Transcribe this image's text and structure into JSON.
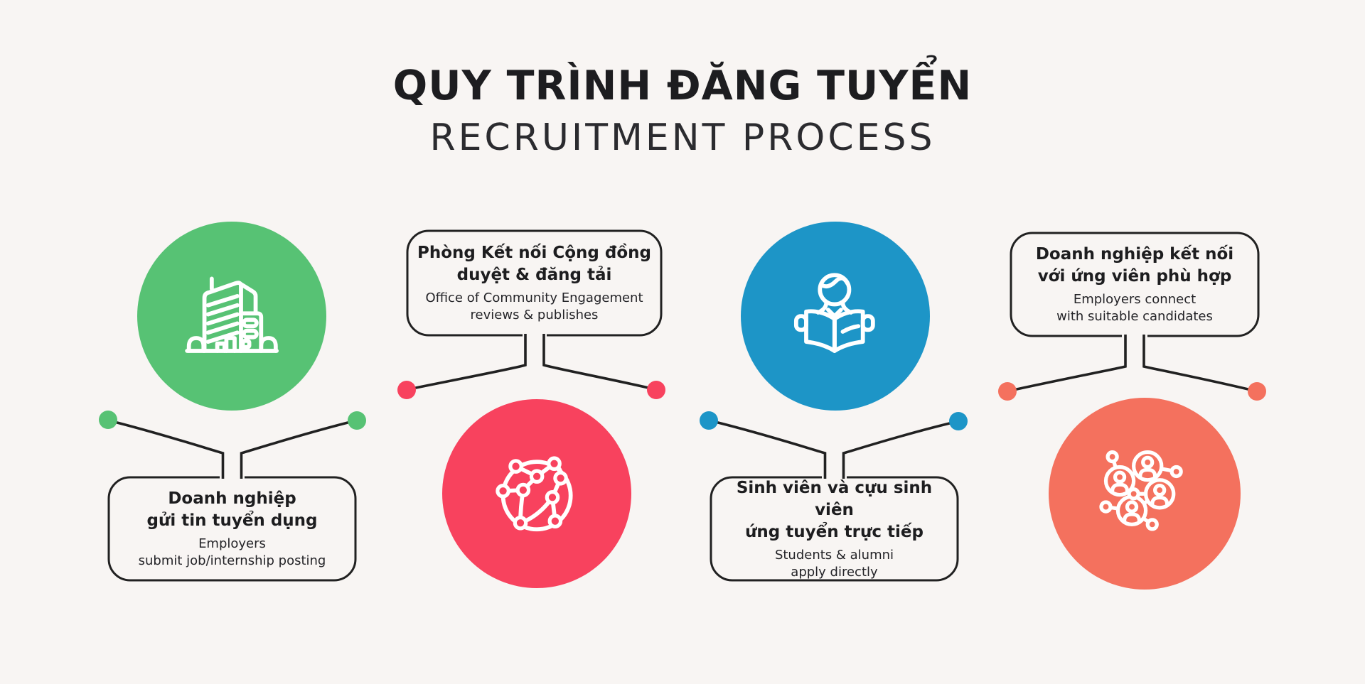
{
  "title": {
    "line1_vi": "QUY TRÌNH ĐĂNG TUYỂN",
    "line2_en": "RECRUITMENT PROCESS"
  },
  "colors": {
    "background": "#F8F5F3",
    "line": "#212121",
    "text": "#1D1D1F"
  },
  "steps": [
    {
      "id": 1,
      "icon": "office-building-icon",
      "color": "#57C274",
      "title_vi": [
        "Doanh nghiệp",
        "gửi tin tuyển dụng"
      ],
      "subtitle_en": [
        "Employers",
        "submit job/internship posting"
      ]
    },
    {
      "id": 2,
      "icon": "global-network-icon",
      "color": "#F8425E",
      "title_vi": [
        "Phòng Kết nối Cộng đồng",
        "duyệt & đăng tải"
      ],
      "subtitle_en": [
        "Office of Community Engagement",
        "reviews & publishes"
      ]
    },
    {
      "id": 3,
      "icon": "student-reading-icon",
      "color": "#1D95C7",
      "title_vi": [
        "Sinh viên và cựu sinh viên",
        "ứng tuyển trực tiếp"
      ],
      "subtitle_en": [
        "Students & alumni",
        "apply directly"
      ]
    },
    {
      "id": 4,
      "icon": "people-network-icon",
      "color": "#F4715E",
      "title_vi": [
        "Doanh nghiệp kết nối",
        "với ứng viên phù hợp"
      ],
      "subtitle_en": [
        "Employers connect",
        "with suitable candidates"
      ]
    }
  ]
}
